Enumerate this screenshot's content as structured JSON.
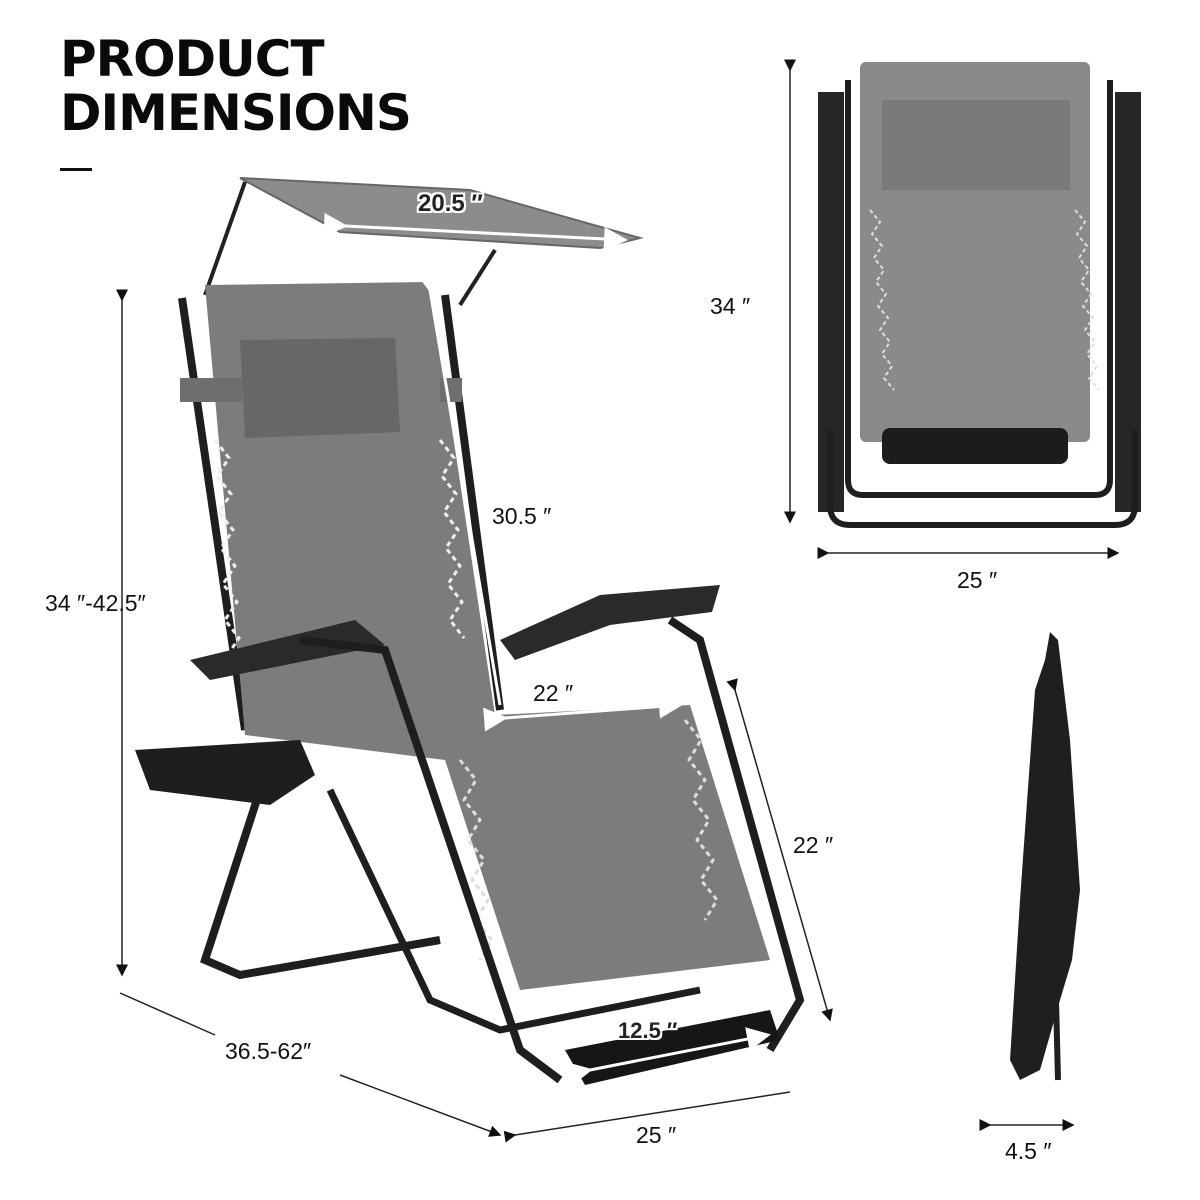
{
  "header": {
    "title_line1": "PRODUCT",
    "title_line2": "DIMENSIONS"
  },
  "main_view": {
    "description": "Zero gravity lounge chair with canopy, side tray, headrest pillow and footrest",
    "canopy_width": "20.5 ″",
    "height_range": "34 ″-42.5″",
    "backrest_length": "30.5 ″",
    "seat_width": "22 ″",
    "leg_section_length": "22 ″",
    "footrest_width": "12.5 ″",
    "depth_range": "36.5-62″",
    "base_width": "25 ″"
  },
  "front_folded_view": {
    "height": "34 ″",
    "width": "25 ″"
  },
  "side_folded_view": {
    "thickness": "4.5 ″"
  },
  "colors": {
    "fabric": "#7a7a7a",
    "frame": "#1e1e1e",
    "background": "#ffffff",
    "text": "#111111"
  }
}
